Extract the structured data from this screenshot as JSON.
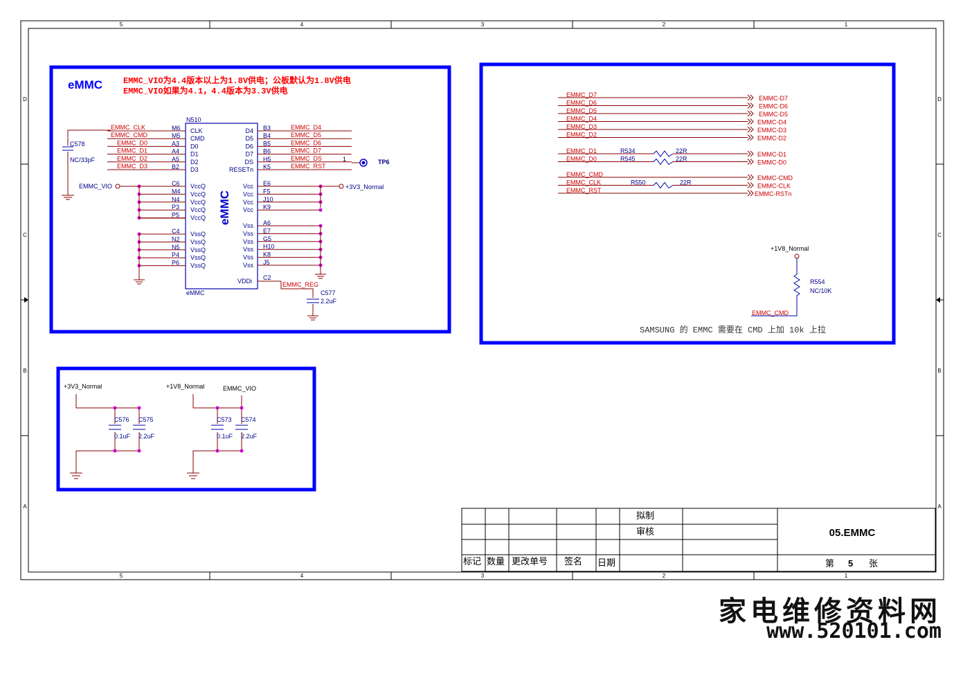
{
  "border": {
    "zone_numbers": [
      "5",
      "4",
      "3",
      "2",
      "1"
    ],
    "zone_letters": [
      "D",
      "C",
      "B",
      "A"
    ]
  },
  "emmc_block": {
    "title": "eMMC",
    "note_line1": "EMMC_VIO为4.4版本以上为1.8V供电；公板默认为1.8V供电",
    "note_line2": "EMMC_VIO如果为4.1，4.4版本为3.3V供电",
    "ic_ref": "N510",
    "ic_name": "eMMC",
    "ic_body_label": "eMMC",
    "left_pins": [
      {
        "net": "EMMC_CLK",
        "ball": "M6",
        "name": "CLK"
      },
      {
        "net": "EMMC_CMD",
        "ball": "M5",
        "name": "CMD"
      },
      {
        "net": "EMMC_D0",
        "ball": "A3",
        "name": "D0"
      },
      {
        "net": "EMMC_D1",
        "ball": "A4",
        "name": "D1"
      },
      {
        "net": "EMMC_D2",
        "ball": "A5",
        "name": "D2"
      },
      {
        "net": "EMMC_D3",
        "ball": "B2",
        "name": "D3"
      }
    ],
    "right_pins": [
      {
        "net": "EMMC_D4",
        "ball": "B3",
        "name": "D4"
      },
      {
        "net": "EMMC_D5",
        "ball": "B4",
        "name": "D5"
      },
      {
        "net": "EMMC_D6",
        "ball": "B5",
        "name": "D6"
      },
      {
        "net": "EMMC_D7",
        "ball": "B6",
        "name": "D7"
      },
      {
        "net": "EMMC_DS",
        "ball": "H5",
        "name": "DS"
      },
      {
        "net": "EMMC_RST",
        "ball": "K5",
        "name": "RESETn"
      }
    ],
    "vccq": [
      {
        "ball": "C6",
        "name": "VccQ"
      },
      {
        "ball": "M4",
        "name": "VccQ"
      },
      {
        "ball": "N4",
        "name": "VccQ"
      },
      {
        "ball": "P3",
        "name": "VccQ"
      },
      {
        "ball": "P5",
        "name": "VccQ"
      }
    ],
    "vssq": [
      {
        "ball": "C4",
        "name": "VssQ"
      },
      {
        "ball": "N2",
        "name": "VssQ"
      },
      {
        "ball": "N5",
        "name": "VssQ"
      },
      {
        "ball": "P4",
        "name": "VssQ"
      },
      {
        "ball": "P6",
        "name": "VssQ"
      }
    ],
    "vcc": [
      {
        "ball": "E6",
        "name": "Vcc"
      },
      {
        "ball": "F5",
        "name": "Vcc"
      },
      {
        "ball": "J10",
        "name": "Vcc"
      },
      {
        "ball": "K9",
        "name": "Vcc"
      }
    ],
    "vss": [
      {
        "ball": "A6",
        "name": "Vss"
      },
      {
        "ball": "E7",
        "name": "Vss"
      },
      {
        "ball": "G5",
        "name": "Vss"
      },
      {
        "ball": "H10",
        "name": "Vss"
      },
      {
        "ball": "K8",
        "name": "Vss"
      },
      {
        "ball": "J5",
        "name": "Vss"
      }
    ],
    "vddi": {
      "ball": "C2",
      "name": "VDDi",
      "net": "EMMC_REG"
    },
    "emmc_vio": "EMMC_VIO",
    "v3v3": "+3V3_Normal",
    "tp": {
      "ref": "TP6",
      "pin": "1"
    },
    "c578": {
      "ref": "C578",
      "value": "NC/33pF"
    },
    "c577": {
      "ref": "C577",
      "value": "2.2uF"
    }
  },
  "mapping_block": {
    "rows": [
      {
        "left": "EMMC_D7",
        "right": "EMMC-D7"
      },
      {
        "left": "EMMC_D6",
        "right": "EMMC-D6"
      },
      {
        "left": "EMMC_D5",
        "right": "EMMC-D5"
      },
      {
        "left": "EMMC_D4",
        "right": "EMMC-D4"
      },
      {
        "left": "EMMC_D3",
        "right": "EMMC-D3"
      },
      {
        "left": "EMMC_D2",
        "right": "EMMC-D2"
      }
    ],
    "res_rows": [
      {
        "left": "EMMC_D1",
        "ref": "R534",
        "value": "22R",
        "right": "EMMC-D1"
      },
      {
        "left": "EMMC_D0",
        "ref": "R545",
        "value": "22R",
        "right": "EMMC-D0"
      }
    ],
    "ctrl_rows": [
      {
        "left": "EMMC_CMD",
        "right": "EMMC-CMD"
      },
      {
        "left": "EMMC_CLK",
        "right": "EMMC-CLK",
        "ref": "R550",
        "value": "22R"
      },
      {
        "left": "EMMC_RST",
        "right": "EMMC-RSTn"
      }
    ],
    "pullup": {
      "rail": "+1V8_Normal",
      "ref": "R554",
      "value": "NC/10K",
      "net": "EMMC_CMD"
    },
    "note": "SAMSUNG 的 EMMC 需要在 CMD 上加 10k 上拉"
  },
  "decoup_block": {
    "rail1": "+3V3_Normal",
    "rail2": "+1V8_Normal",
    "rail3": "EMMC_VIO",
    "caps": [
      {
        "ref": "C576",
        "value": "0.1uF"
      },
      {
        "ref": "C575",
        "value": "2.2uF"
      },
      {
        "ref": "C573",
        "value": "0.1uF"
      },
      {
        "ref": "C574",
        "value": "2.2uF"
      }
    ]
  },
  "title_block": {
    "drawn_by": "拟制",
    "reviewed": "审核",
    "col_mark": "标记",
    "col_qty": "数量",
    "col_change": "更改单号",
    "col_sign": "签名",
    "col_date": "日期",
    "title": "05.EMMC",
    "sheet_prefix": "第",
    "sheet_no": "5",
    "sheet_suffix": "张"
  },
  "watermark": {
    "cn": "家电维修资料网",
    "url": "www.520101.com"
  }
}
